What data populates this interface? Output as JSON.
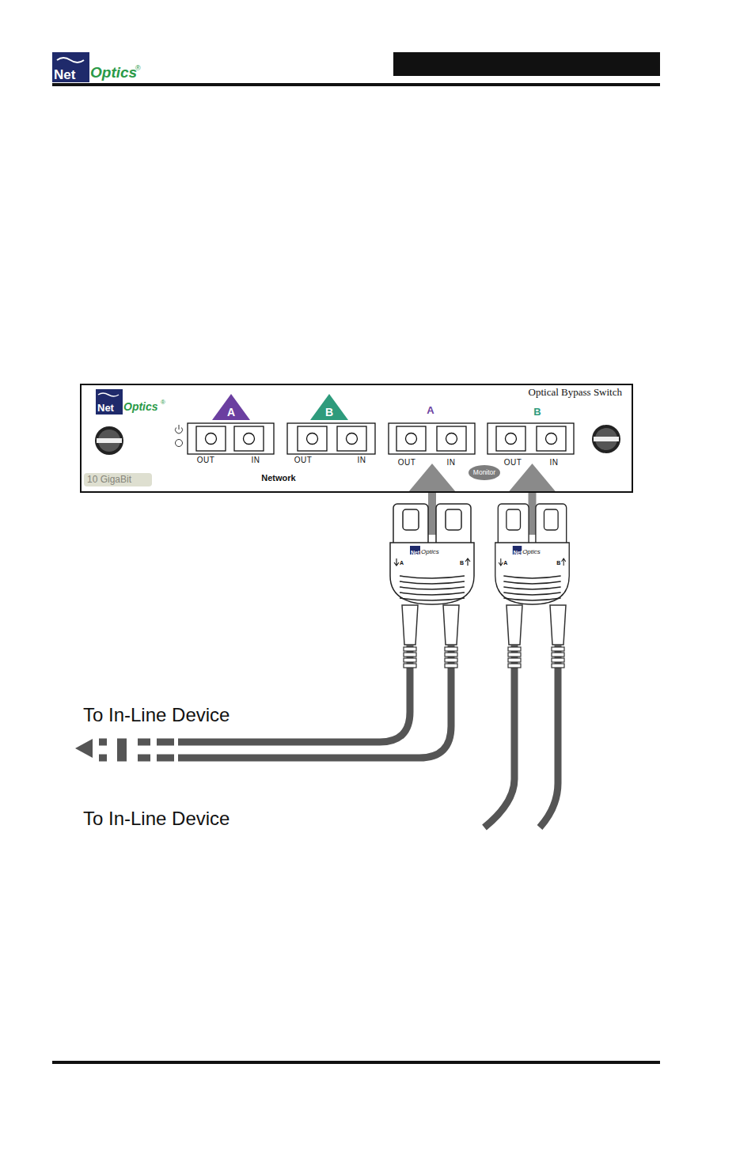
{
  "diagram": {
    "nodes": [
      {
        "text": [
          "Optical Bypass Switch"
        ]
      },
      {
        "text": [
          "A"
        ],
        "in": 0
      },
      {
        "text": [
          "B"
        ],
        "in": 0
      },
      {
        "text": [
          "Monitor"
        ],
        "in": 0
      },
      {
        "text": [
          "10 GigaBit"
        ],
        "in": 0
      },
      {
        "text": [
          "Net",
          "Optics",
          "A",
          "B"
        ]
      },
      {
        "text": [
          "Net",
          "Optics",
          "A",
          "B"
        ]
      }
    ],
    "edges": [
      {
        "from": 5,
        "to": 0,
        "arrow": "to"
      },
      {
        "from": 6,
        "to": 0,
        "arrow": "to"
      }
    ],
    "labels": [
      "Net",
      "Optics",
      "®",
      "Net",
      "Optics",
      "®",
      "A",
      "B",
      "OUT",
      "IN",
      "OUT",
      "IN",
      "OUT",
      "IN",
      "OUT",
      "IN",
      "Network",
      "To In-Line Device",
      "To In-Line Device"
    ]
  }
}
